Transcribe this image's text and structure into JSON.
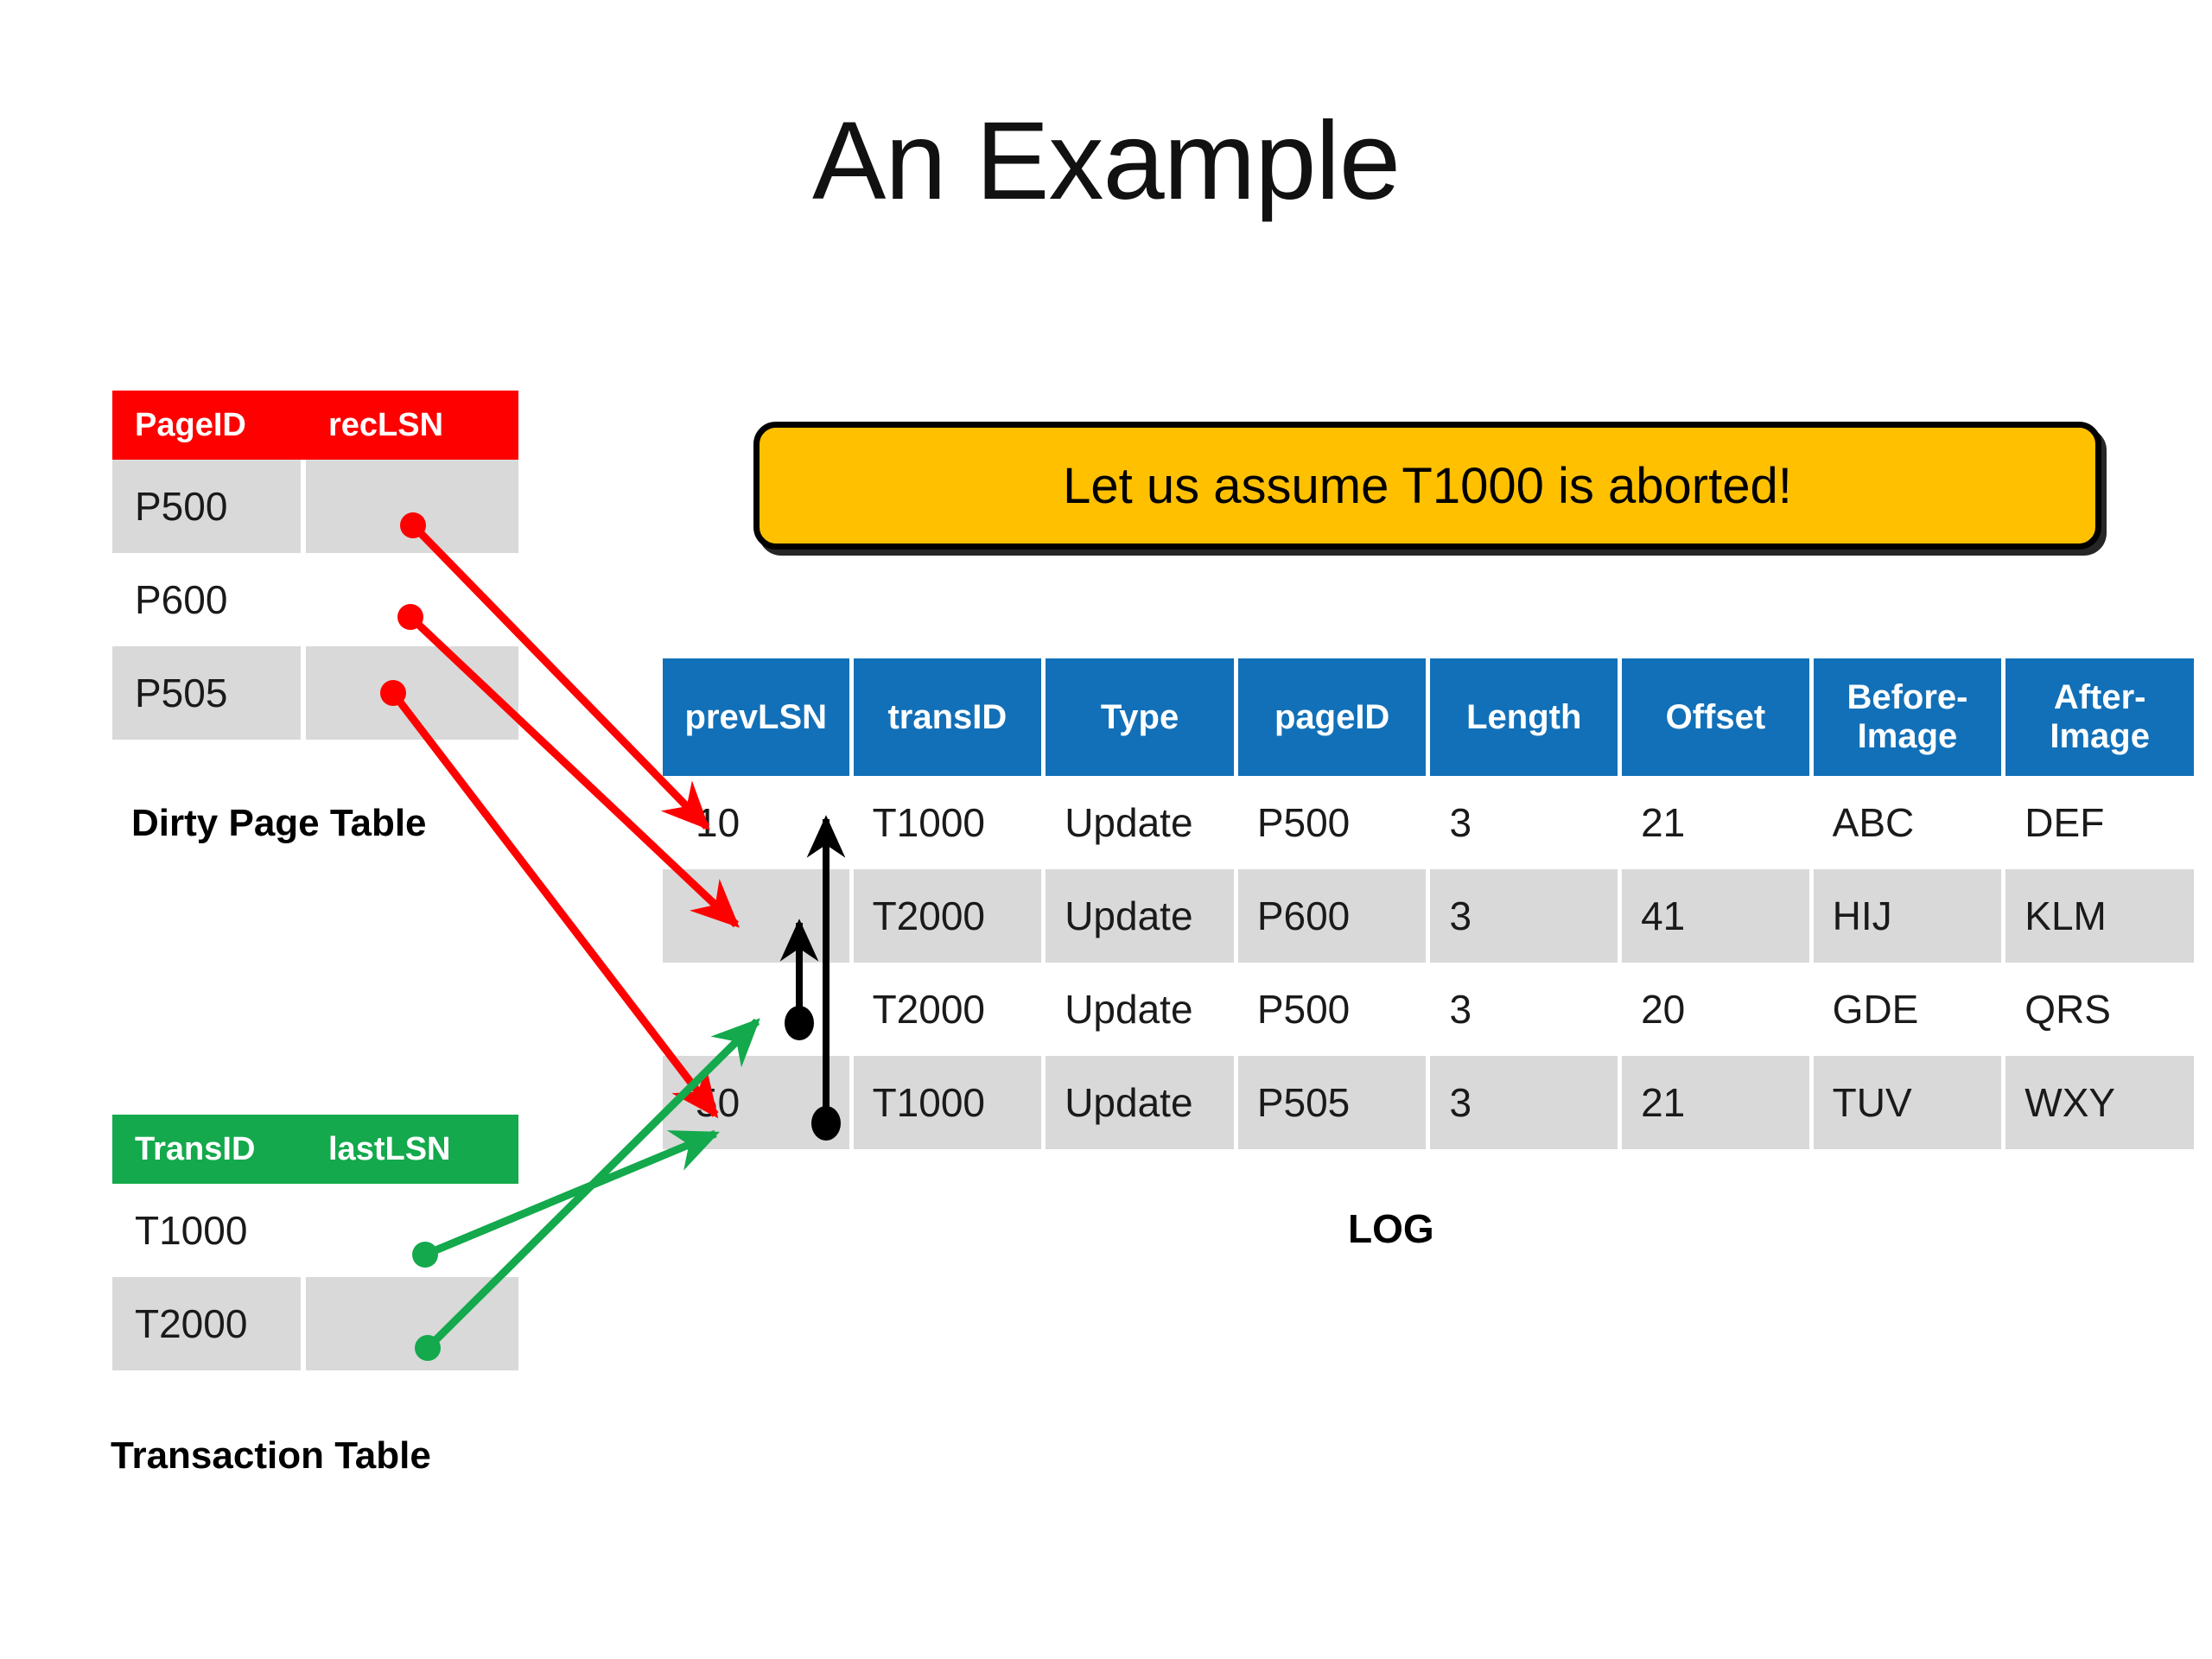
{
  "slide": {
    "title": "An Example"
  },
  "callout": {
    "text": "Let us assume T1000 is aborted!"
  },
  "dirty_page_table": {
    "caption": "Dirty Page Table",
    "header_color": "#FF0000",
    "columns": [
      "PageID",
      "recLSN"
    ],
    "rows": [
      {
        "pageid": "P500",
        "reclsn": "",
        "shaded": true
      },
      {
        "pageid": "P600",
        "reclsn": "",
        "shaded": false
      },
      {
        "pageid": "P505",
        "reclsn": "",
        "shaded": true
      }
    ]
  },
  "transaction_table": {
    "caption": "Transaction Table",
    "header_color": "#13A94C",
    "columns": [
      "TransID",
      "lastLSN"
    ],
    "rows": [
      {
        "transid": "T1000",
        "lastlsn": "",
        "shaded": false
      },
      {
        "transid": "T2000",
        "lastlsn": "",
        "shaded": true
      }
    ]
  },
  "log_table": {
    "caption": "LOG",
    "header_color": "#1270B8",
    "columns": [
      "prevLSN",
      "transID",
      "Type",
      "pageID",
      "Length",
      "Offset",
      "Before-Image",
      "After-Image"
    ],
    "rows": [
      {
        "prevLSN": "10",
        "transID": "T1000",
        "Type": "Update",
        "pageID": "P500",
        "Length": "3",
        "Offset": "21",
        "BeforeImage": "ABC",
        "AfterImage": "DEF",
        "shaded": false
      },
      {
        "prevLSN": "",
        "transID": "T2000",
        "Type": "Update",
        "pageID": "P600",
        "Length": "3",
        "Offset": "41",
        "BeforeImage": "HIJ",
        "AfterImage": "KLM",
        "shaded": true
      },
      {
        "prevLSN": "",
        "transID": "T2000",
        "Type": "Update",
        "pageID": "P500",
        "Length": "3",
        "Offset": "20",
        "BeforeImage": "GDE",
        "AfterImage": "QRS",
        "shaded": false
      },
      {
        "prevLSN": "50",
        "transID": "T1000",
        "Type": "Update",
        "pageID": "P505",
        "Length": "3",
        "Offset": "21",
        "BeforeImage": "TUV",
        "AfterImage": "WXY",
        "shaded": true
      }
    ]
  },
  "annotations": {
    "red_color": "#FF0000",
    "green_color": "#13A94C",
    "black_color": "#000000",
    "red_arrows": [
      {
        "name": "reclsn-p500-to-log-row1",
        "from": "P500 recLSN",
        "to": "log row 1 prevLSN"
      },
      {
        "name": "reclsn-p600-to-log-row2",
        "from": "P600 recLSN",
        "to": "log row 2 prevLSN"
      },
      {
        "name": "reclsn-p505-to-log-row4",
        "from": "P505 recLSN",
        "to": "log row 4 prevLSN"
      }
    ],
    "green_arrows": [
      {
        "name": "lastlsn-t1000-to-log-row4",
        "from": "T1000 lastLSN",
        "to": "log row 4 prevLSN"
      },
      {
        "name": "lastlsn-t2000-to-log-row3",
        "from": "T2000 lastLSN",
        "to": "log row 3 prevLSN"
      }
    ],
    "black_arrows": [
      {
        "name": "prevlsn-chain-t1000",
        "from": "log row 4 (T1000 P505)",
        "to": "log row 1 (T1000 P500)"
      },
      {
        "name": "prevlsn-chain-t2000",
        "from": "log row 3 (T2000 P500)",
        "to": "log row 2 (T2000 P600)"
      }
    ]
  }
}
